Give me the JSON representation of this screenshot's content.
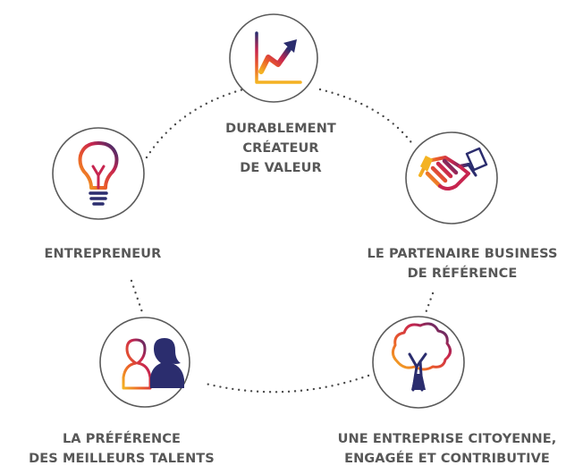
{
  "values": [
    {
      "id": "durable",
      "icon": "growth-chart-icon",
      "label": [
        "DURABLEMENT",
        "CRÉATEUR",
        "DE VALEUR"
      ]
    },
    {
      "id": "partenaire",
      "icon": "handshake-icon",
      "label": [
        "LE PARTENAIRE BUSINESS",
        "DE RÉFÉRENCE"
      ]
    },
    {
      "id": "citoyenne",
      "icon": "tree-icon",
      "label": [
        "UNE ENTREPRISE CITOYENNE,",
        "ENGAGÉE ET CONTRIBUTIVE"
      ]
    },
    {
      "id": "talents",
      "icon": "people-icon",
      "label": [
        "LA PRÉFÉRENCE",
        "DES MEILLEURS TALENTS"
      ]
    },
    {
      "id": "entrepreneur",
      "icon": "lightbulb-icon",
      "label": [
        "ENTREPRENEUR"
      ]
    }
  ],
  "colors": {
    "gradient_start": "#f4b323",
    "gradient_mid1": "#ea5b2a",
    "gradient_mid2": "#c7254f",
    "gradient_end": "#2b2d6e",
    "text": "#575757",
    "circle_stroke": "#5a5a5a",
    "dotted_line": "#4a4a4a"
  }
}
